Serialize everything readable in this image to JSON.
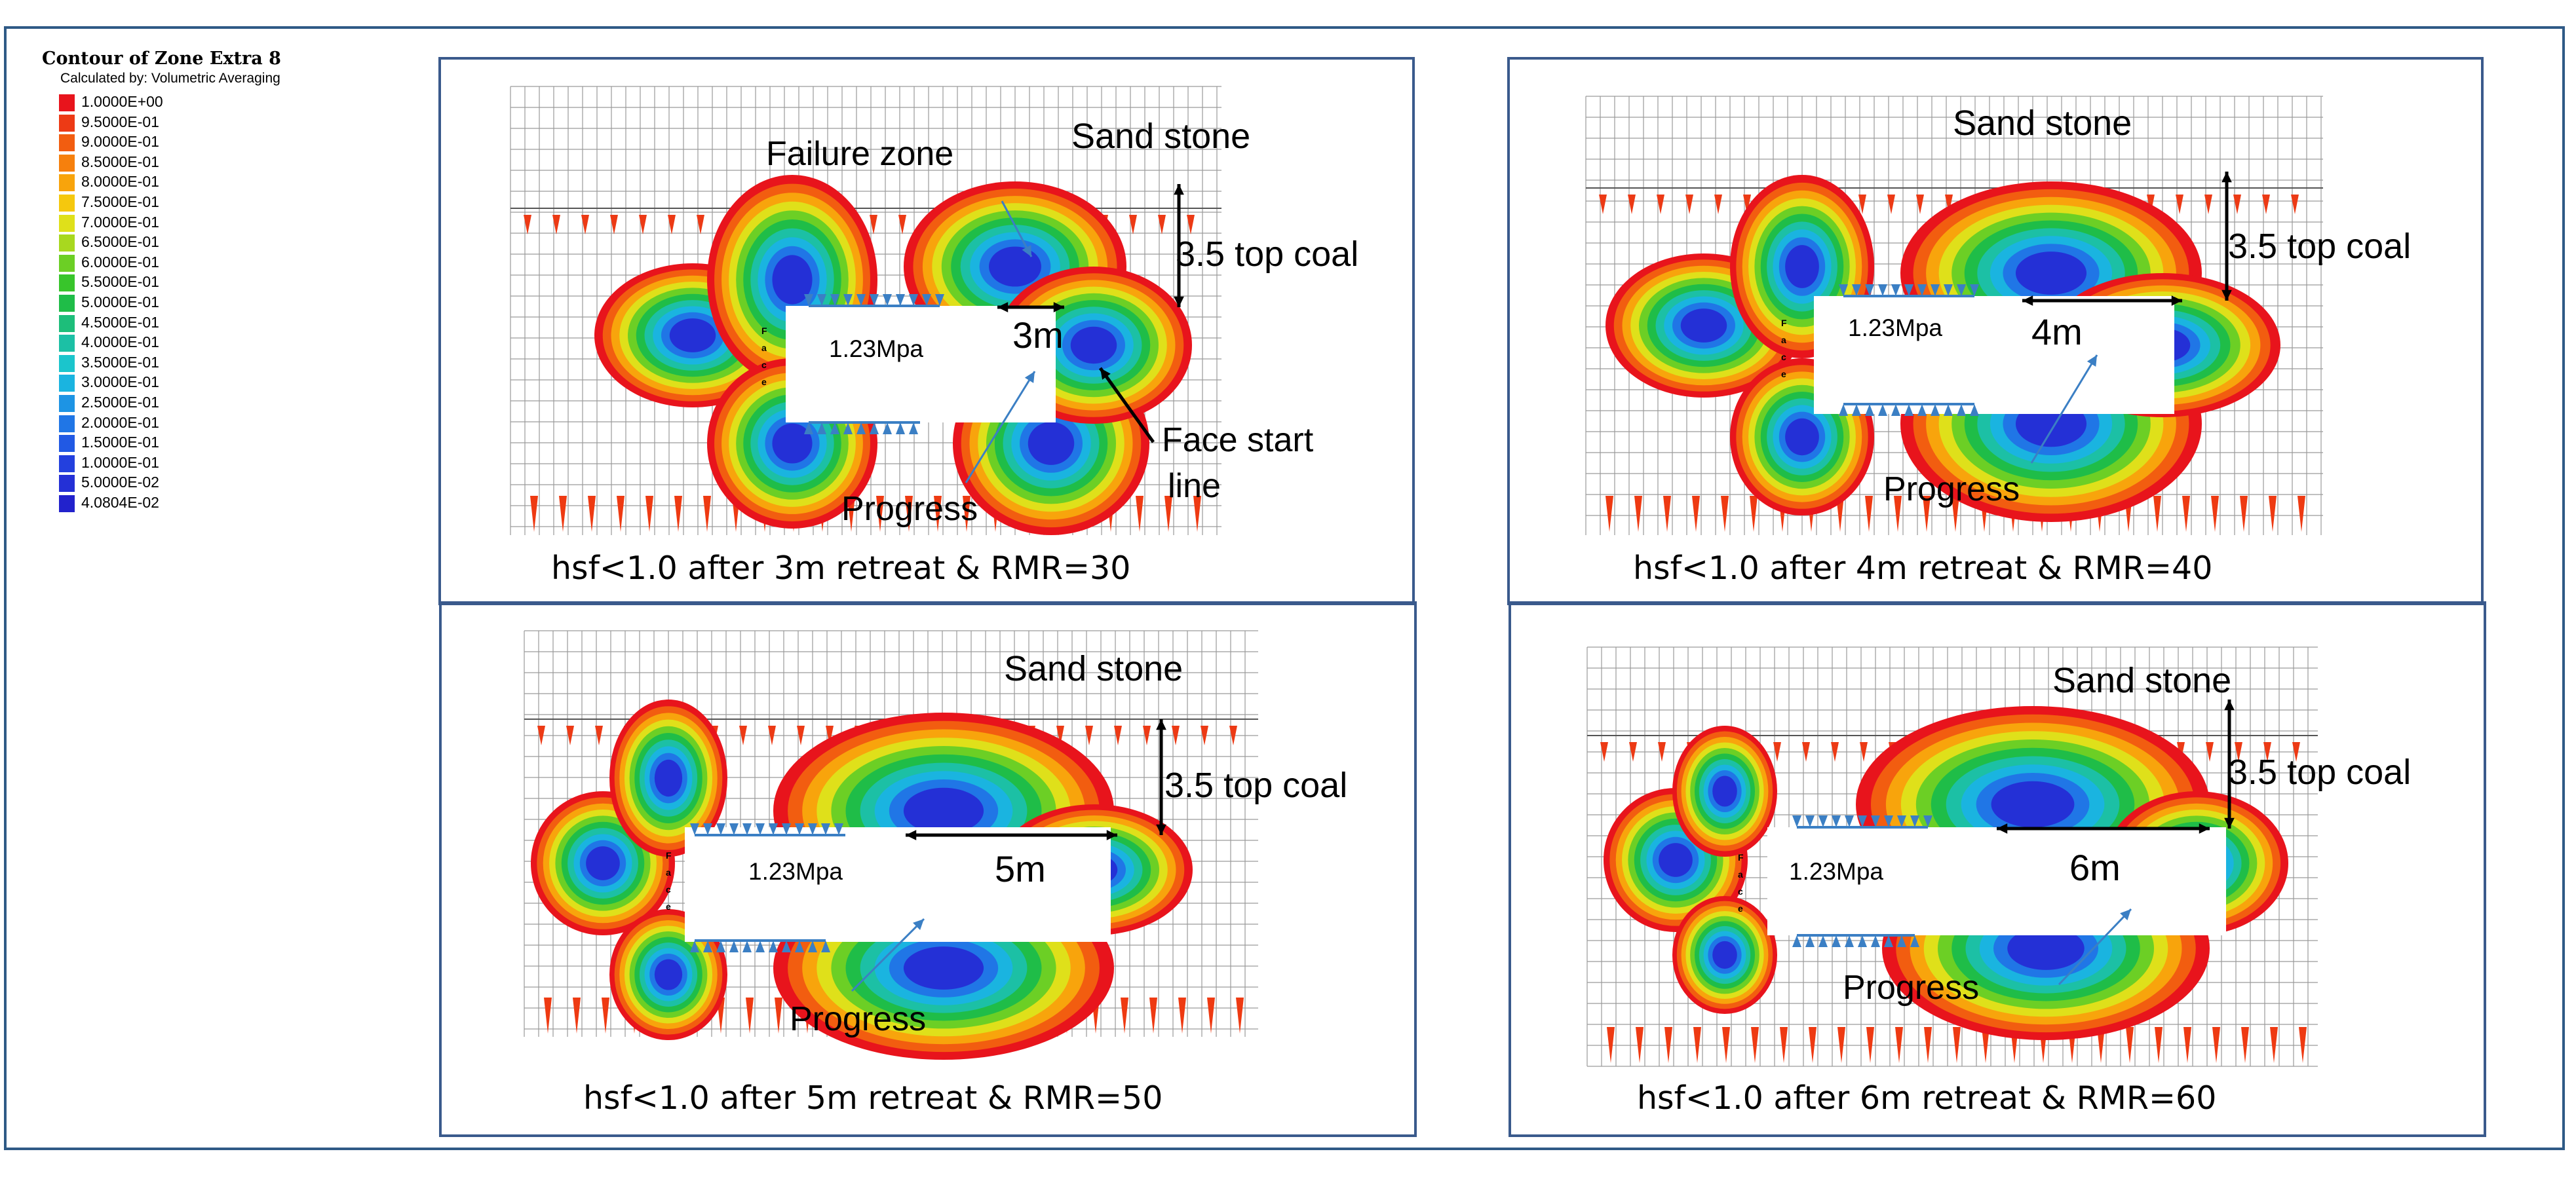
{
  "legend": {
    "title": "Contour of Zone Extra 8",
    "subtitle": "Calculated by: Volumetric Averaging",
    "entries": [
      {
        "label": "1.0000E+00",
        "color": "#e8141c"
      },
      {
        "label": "9.5000E-01",
        "color": "#ed3a15"
      },
      {
        "label": "9.0000E-01",
        "color": "#f25d10"
      },
      {
        "label": "8.5000E-01",
        "color": "#f6800d"
      },
      {
        "label": "8.0000E-01",
        "color": "#f8a40c"
      },
      {
        "label": "7.5000E-01",
        "color": "#f5c80e"
      },
      {
        "label": "7.0000E-01",
        "color": "#dfe01a"
      },
      {
        "label": "6.5000E-01",
        "color": "#a8d81f"
      },
      {
        "label": "6.0000E-01",
        "color": "#6ccf25"
      },
      {
        "label": "5.5000E-01",
        "color": "#38c52b"
      },
      {
        "label": "5.0000E-01",
        "color": "#1fbd48"
      },
      {
        "label": "4.5000E-01",
        "color": "#1dbe7a"
      },
      {
        "label": "4.0000E-01",
        "color": "#1cc0a5"
      },
      {
        "label": "3.5000E-01",
        "color": "#1bc5cc"
      },
      {
        "label": "3.0000E-01",
        "color": "#1ab4e0"
      },
      {
        "label": "2.5000E-01",
        "color": "#1d94e4"
      },
      {
        "label": "2.0000E-01",
        "color": "#2076e6"
      },
      {
        "label": "1.5000E-01",
        "color": "#2159e4"
      },
      {
        "label": "1.0000E-01",
        "color": "#2340de"
      },
      {
        "label": "5.0000E-02",
        "color": "#2430d6"
      },
      {
        "label": "4.0804E-02",
        "color": "#2222cc"
      }
    ]
  },
  "common": {
    "sand_stone": "Sand stone",
    "top_coal": "3.5 top coal",
    "pressure": "1.23Mpa",
    "progress": "Progress",
    "face_letters": [
      "F",
      "a",
      "c",
      "e"
    ]
  },
  "panels": [
    {
      "id": "p1",
      "distance": "3m",
      "caption": "hsf<1.0 after 3m retreat & RMR=30",
      "extra_labels": {
        "failure_zone": "Failure zone",
        "face_start": "Face start",
        "face_start_2": "line"
      }
    },
    {
      "id": "p2",
      "distance": "4m",
      "caption": "hsf<1.0 after 4m retreat & RMR=40"
    },
    {
      "id": "p3",
      "distance": "5m",
      "caption": "hsf<1.0 after 5m retreat & RMR=50"
    },
    {
      "id": "p4",
      "distance": "6m",
      "caption": "hsf<1.0 after 6m retreat & RMR=60"
    }
  ],
  "colors": {
    "frame": "#2f5a86",
    "panel_border": "#3a5a8c",
    "arrow_blue": "#3b7fc4",
    "grid": "#9a9a9a"
  }
}
